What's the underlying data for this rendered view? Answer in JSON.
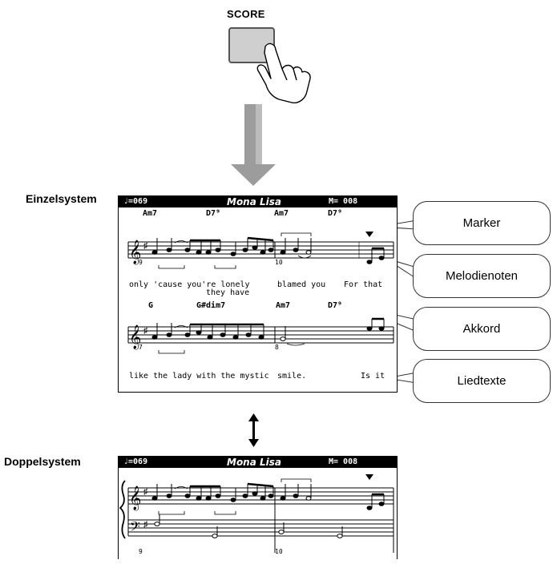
{
  "score_button": {
    "label": "SCORE"
  },
  "labels": {
    "single": "Einzelsystem",
    "double": "Doppelsystem"
  },
  "screen_single": {
    "tempo": "♩=069",
    "title": "Mona Lisa",
    "measure": "M= 008",
    "line1": {
      "chords": [
        "Am7",
        "D7⁹",
        "Am7",
        "D7⁹"
      ],
      "measure_numbers": [
        "9",
        "10"
      ],
      "lyrics": {
        "l1": "only 'cause you're lonely",
        "l1b": "they have",
        "l2": "blamed you",
        "l3": "For that"
      }
    },
    "line2": {
      "chords": [
        "G",
        "G#dim7",
        "Am7",
        "D7⁹"
      ],
      "measure_numbers": [
        "7",
        "8"
      ],
      "lyrics": {
        "l1": "like the lady with the mystic",
        "l2": "smile.",
        "l3": "Is it"
      }
    }
  },
  "screen_double": {
    "tempo": "♩=069",
    "title": "Mona Lisa",
    "measure": "M= 008",
    "measure_numbers": [
      "9",
      "10"
    ]
  },
  "callouts": [
    "Marker",
    "Melodienoten",
    "Akkord",
    "Liedtexte"
  ]
}
